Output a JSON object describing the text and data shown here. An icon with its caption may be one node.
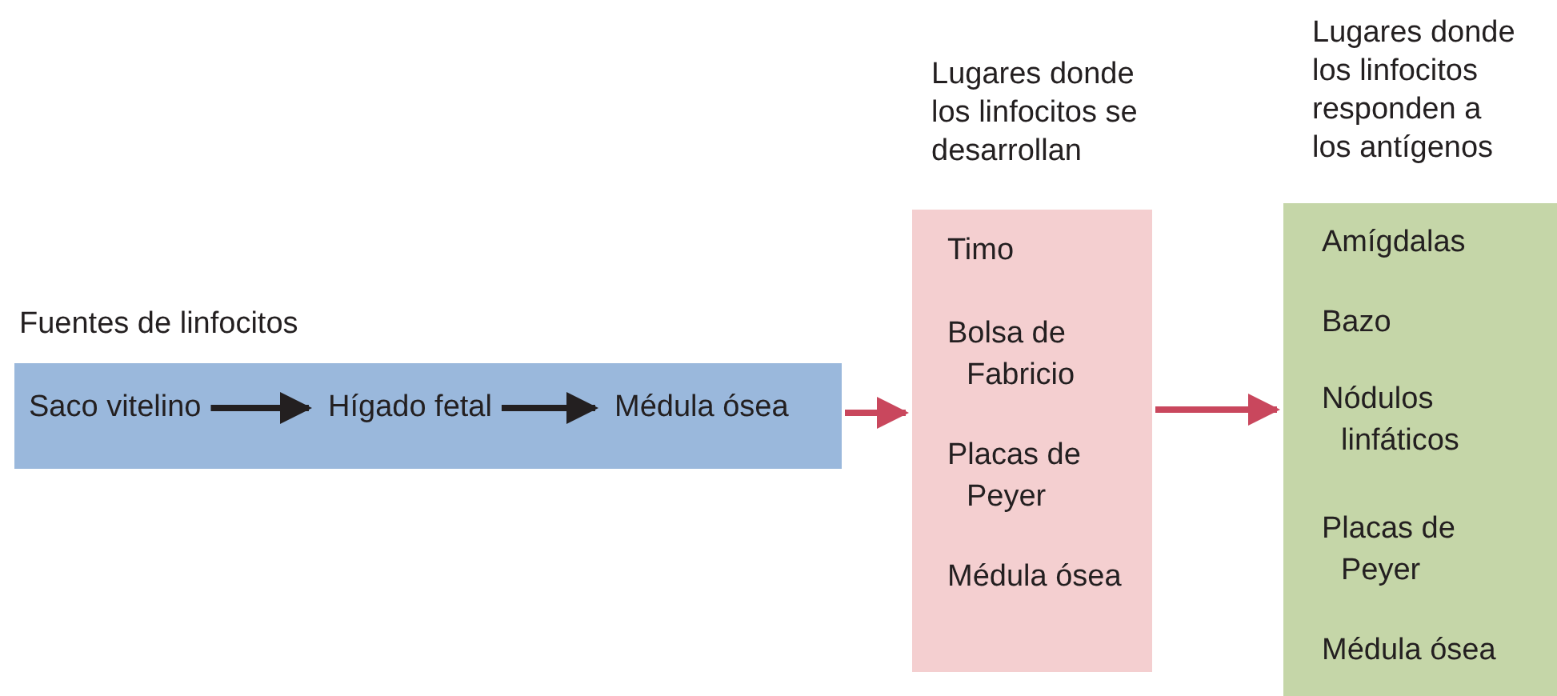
{
  "diagram": {
    "nodes": [
      {
        "text": [
          "Fuentes de linfocitos"
        ]
      },
      {
        "text": [
          "Saco vitelino"
        ],
        "in": 0
      },
      {
        "text": [
          "Hígado fetal"
        ],
        "in": 0
      },
      {
        "text": [
          "Médula ósea"
        ],
        "in": 0
      },
      {
        "text": [
          "Lugares donde los linfocitos se desarrollan",
          "Timo",
          "Bolsa de Fabricio",
          "Placas de Peyer",
          "Médula ósea"
        ]
      },
      {
        "text": [
          "Lugares donde los linfocitos responden a los antígenos",
          "Amígdalas",
          "Bazo",
          "Nódulos linfáticos",
          "Placas de Peyer",
          "Médula ósea"
        ]
      }
    ],
    "edges": [
      {
        "from": 1,
        "to": 2,
        "arrow": "to"
      },
      {
        "from": 2,
        "to": 3,
        "arrow": "to"
      },
      {
        "from": 0,
        "to": 4,
        "arrow": "to",
        "color": "#c9475d"
      },
      {
        "from": 4,
        "to": 5,
        "arrow": "to",
        "color": "#c9475d"
      }
    ]
  }
}
